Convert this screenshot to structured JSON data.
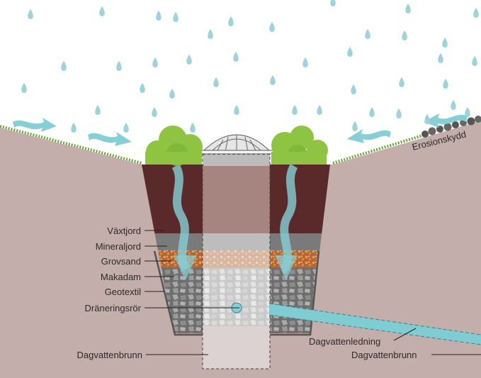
{
  "labels": {
    "vaxtjord": "Växtjord",
    "mineraljord": "Mineraljord",
    "grovsand": "Grovsand",
    "makadam": "Makadam",
    "geotextil": "Geotextil",
    "draneringsror": "Dräneringsrör",
    "dagvattenbrunn_left": "Dagvattenbrunn",
    "dagvattenledning": "Dagvattenledning",
    "dagvattenbrunn_right": "Dagvattenbrunn",
    "erosionsskydd": "Erosionskydd"
  },
  "colors": {
    "ground": "#c4aeab",
    "topsoil": "#5a2a2b",
    "mineral_soil": "#7a7a7a",
    "coarse_sand": "#b9662e",
    "gravel": "#6e6e6e",
    "water": "#86cfd6",
    "pipe": "#7fccd2",
    "vegetation": "#8ec442",
    "grass": "#6aa63a",
    "raindrop": "#9fd3dc",
    "well": "#d8d8d8"
  }
}
